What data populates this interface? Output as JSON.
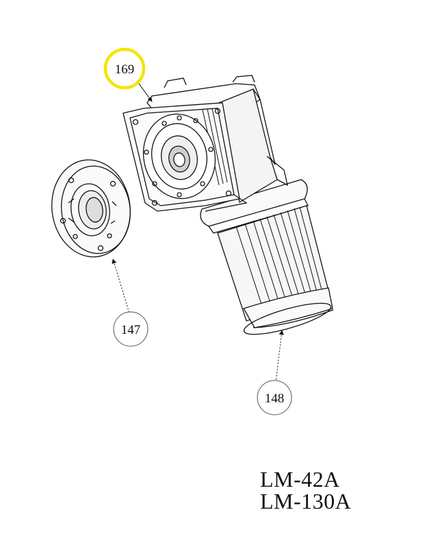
{
  "callouts": [
    {
      "id": "callout-169",
      "label": "169",
      "highlighted": true
    },
    {
      "id": "callout-147",
      "label": "147",
      "highlighted": false
    },
    {
      "id": "callout-148",
      "label": "148",
      "highlighted": false
    }
  ],
  "models": [
    "LM-42A",
    "LM-130A"
  ],
  "colors": {
    "highlight": "#f2e600",
    "line": "#111111",
    "background": "#ffffff"
  }
}
